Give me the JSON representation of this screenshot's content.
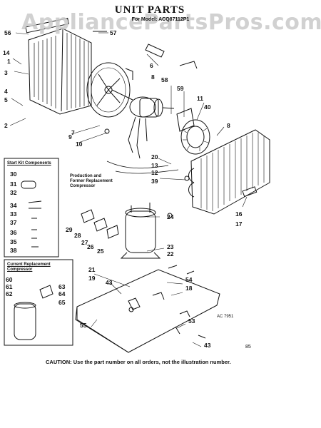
{
  "header": {
    "title": "UNIT PARTS",
    "subtitle": "For Model: ACQ87112P1",
    "watermark": "AppliancePartsPros.com"
  },
  "footer": {
    "caution": "CAUTION: Use the part number on all orders, not the illustration number.",
    "code_a": "AC 7951",
    "code_b": "85"
  },
  "boxes": {
    "start_kit_title": "Start Kit Components",
    "current_replacement_title": "Current Replacement\nCompressor",
    "production_note": "Production and\nFormer Replacement\nCompressor"
  },
  "callouts": [
    "56",
    "57",
    "14",
    "1",
    "3",
    "4",
    "5",
    "2",
    "7",
    "6",
    "8",
    "9",
    "10",
    "58",
    "59",
    "11",
    "40",
    "8",
    "20",
    "13",
    "12",
    "39",
    "16",
    "17",
    "24",
    "29",
    "28",
    "27",
    "26",
    "25",
    "23",
    "22",
    "30",
    "31",
    "32",
    "34",
    "33",
    "37",
    "36",
    "35",
    "38",
    "21",
    "19",
    "43",
    "54",
    "18",
    "60",
    "61",
    "62",
    "63",
    "64",
    "65",
    "55",
    "53",
    "43"
  ]
}
